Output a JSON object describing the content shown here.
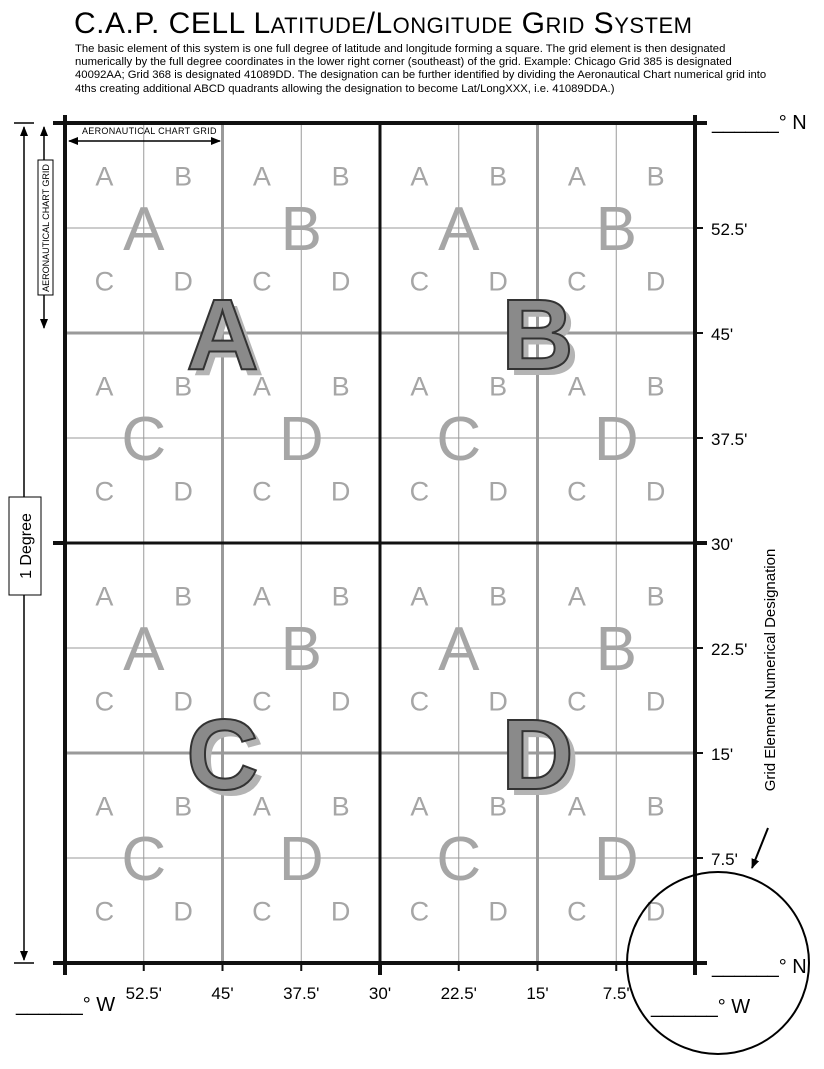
{
  "title": {
    "parts": [
      {
        "text": "C.A.P. CELL ",
        "size": "big"
      },
      {
        "text": "L",
        "size": "big"
      },
      {
        "text": "ATITUDE",
        "size": "sc"
      },
      {
        "text": "/L",
        "size": "big"
      },
      {
        "text": "ONGITUDE",
        "size": "sc"
      },
      {
        "text": " G",
        "size": "big"
      },
      {
        "text": "RID",
        "size": "sc"
      },
      {
        "text": " S",
        "size": "big"
      },
      {
        "text": "YSTEM",
        "size": "sc"
      }
    ]
  },
  "description": "The basic element of this system is one full degree of latitude and longitude forming a square.  The grid element is then designated numerically by the full degree coordinates in the lower right corner (southeast) of the grid.  Example: Chicago Grid 385 is designated 40092AA;  Grid 368 is designated 41089DD.  The designation can be further identified by dividing the Aeronautical Chart numerical grid into 4ths creating additional ABCD quadrants allowing the designation to become Lat/LongXXX, i.e. 41089DDA.)",
  "small_letters": [
    "A",
    "B",
    "C",
    "D"
  ],
  "medium_letters": [
    "A",
    "B",
    "C",
    "D"
  ],
  "big_letters": [
    "A",
    "B",
    "C",
    "D"
  ],
  "lat_labels": [
    "52.5'",
    "45'",
    "37.5'",
    "30'",
    "22.5'",
    "15'",
    "7.5'"
  ],
  "lon_labels": [
    "52.5'",
    "45'",
    "37.5'",
    "30'",
    "22.5'",
    "15'",
    "7.5'"
  ],
  "top_n_label": "______° N",
  "bottom_n_label": "______° N",
  "left_w_label": "______° W",
  "circle_w_label": "______° W",
  "aero_chart_grid_label": "Aeronautical Chart Grid",
  "aero_chart_grid_vertical_label": "Aeronautical Chart Grid",
  "one_degree_label": "1 Degree",
  "grid_element_label": "Grid Element Numerical Designation"
}
